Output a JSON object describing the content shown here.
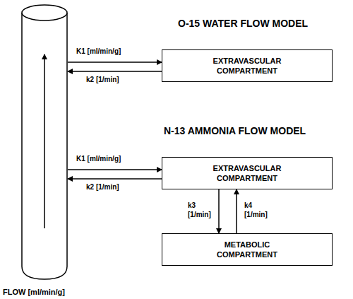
{
  "diagram": {
    "nodes": [
      {
        "text": [
          "FLOW [ml/min/g]"
        ]
      },
      {
        "text": [
          "EXTRAVASCULAR COMPARTMENT"
        ]
      },
      {
        "text": [
          "EXTRAVASCULAR COMPARTMENT"
        ]
      },
      {
        "text": [
          "METABOLIC COMPARTMENT"
        ]
      }
    ],
    "edges": [
      {
        "from": 0,
        "to": 1,
        "arrow": "to",
        "label": "K1 [ml/min/g]"
      },
      {
        "from": 1,
        "to": 0,
        "arrow": "to",
        "label": "k2 [1/min]"
      },
      {
        "from": 0,
        "to": 2,
        "arrow": "to",
        "label": "K1 [ml/min/g]"
      },
      {
        "from": 2,
        "to": 0,
        "arrow": "to",
        "label": "k2 [1/min]"
      },
      {
        "from": 2,
        "to": 3,
        "arrow": "to",
        "label": "k3 [1/min]"
      },
      {
        "from": 3,
        "to": 2,
        "arrow": "to",
        "label": "k4 [1/min]"
      }
    ],
    "labels": [
      "O-15 WATER FLOW MODEL",
      "N-13 AMMONIA FLOW MODEL"
    ]
  }
}
